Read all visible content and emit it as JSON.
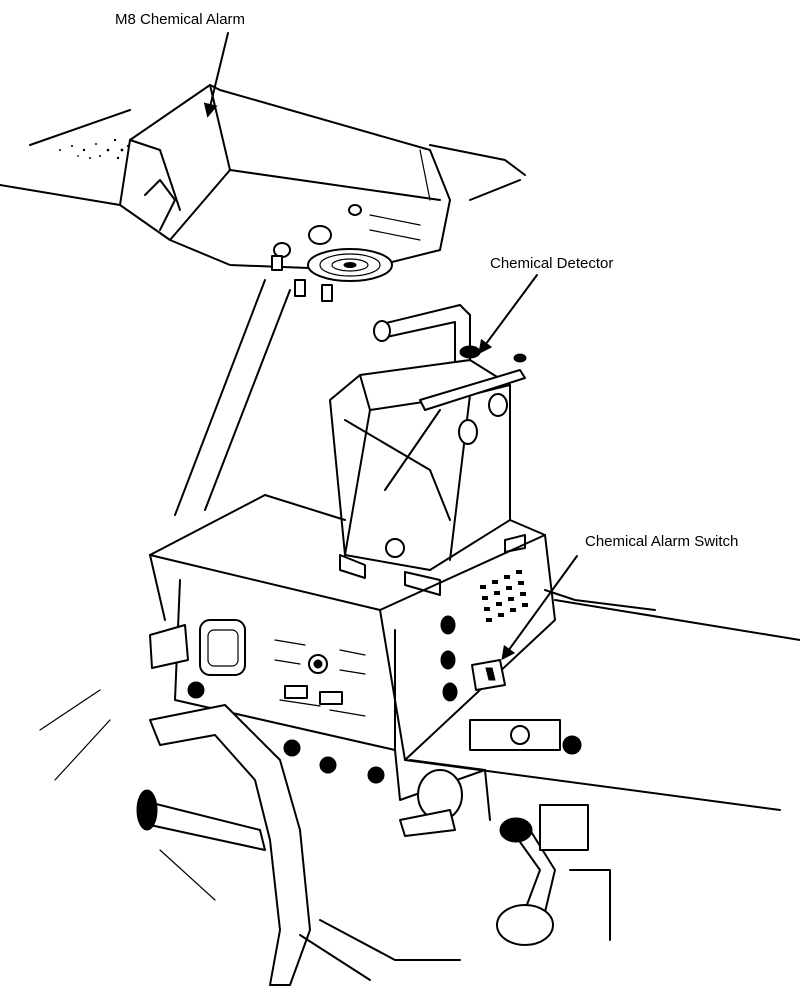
{
  "labels": {
    "m8_alarm": "M8 Chemical Alarm",
    "detector": "Chemical Detector",
    "alarm_switch": "Chemical Alarm Switch"
  }
}
